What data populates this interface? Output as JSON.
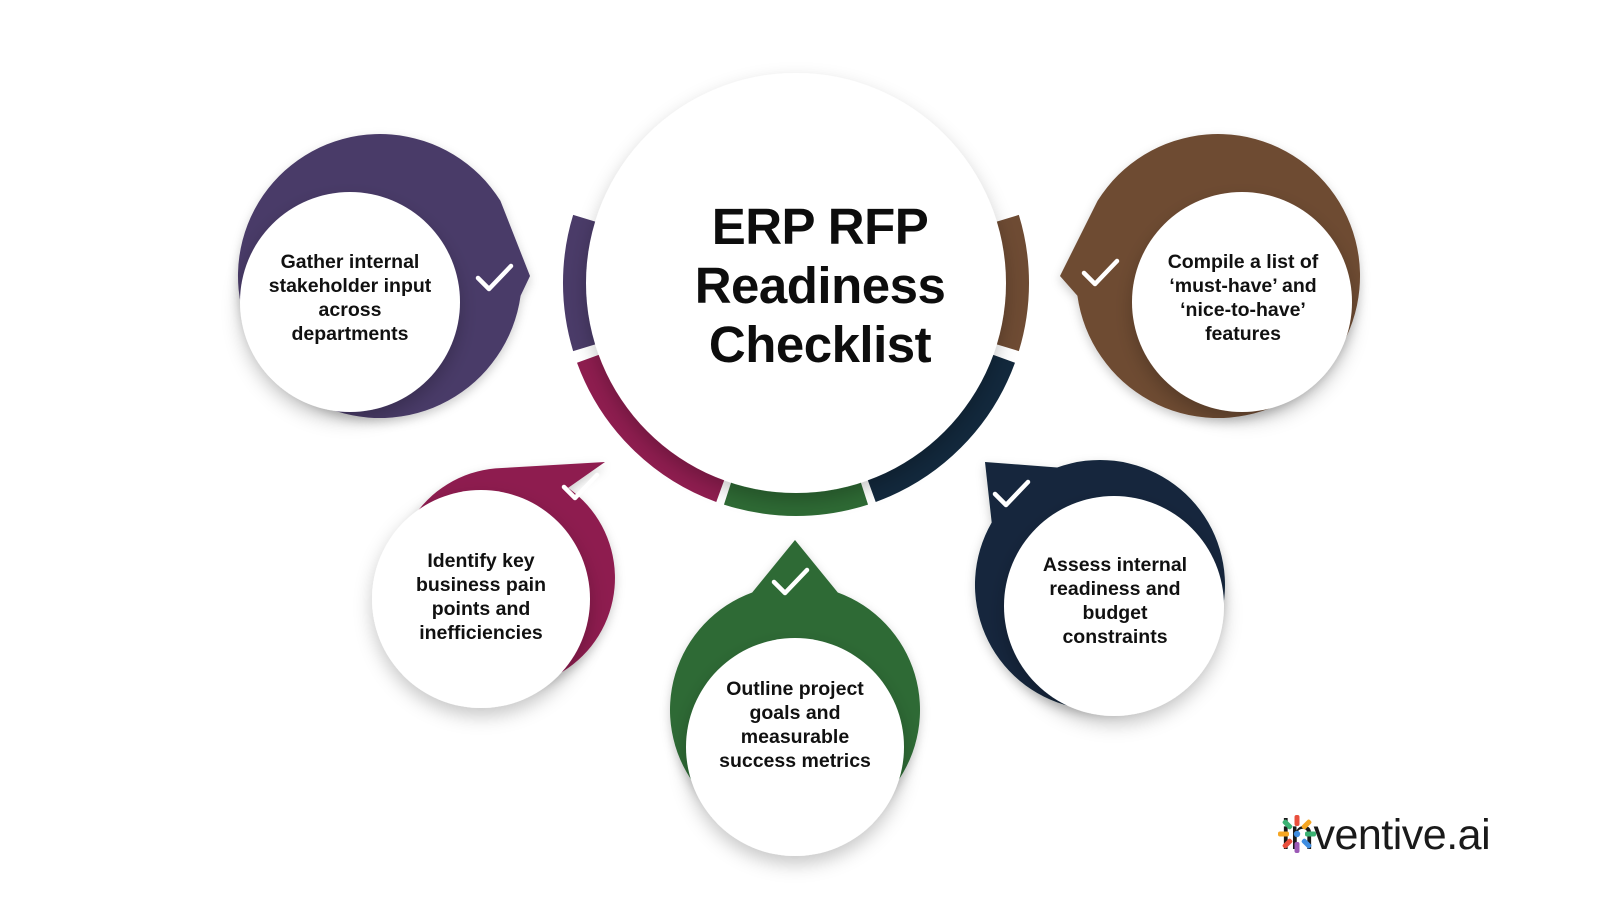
{
  "title": "ERP RFP\nReadiness\nChecklist",
  "steps": [
    {
      "text": "Gather internal stakeholder input across departments",
      "color": "#4a3b68"
    },
    {
      "text": "Identify key business pain points and inefficiencies",
      "color": "#8e1d4f"
    },
    {
      "text": "Outline project goals and measurable success metrics",
      "color": "#2e6a34"
    },
    {
      "text": "Assess internal readiness and budget constraints",
      "color": "#12283c"
    },
    {
      "text": "Compile a list of ‘must-have’ and ‘nice-to-have’ features",
      "color": "#6e4b33"
    }
  ],
  "check_icon": "check-icon",
  "brand": {
    "logo_icon": "inventive-logo-icon",
    "name": "inventive.ai",
    "logo_colors": [
      "#e94f3d",
      "#f6a623",
      "#3bb273",
      "#3f8de0",
      "#9b59b6"
    ]
  }
}
